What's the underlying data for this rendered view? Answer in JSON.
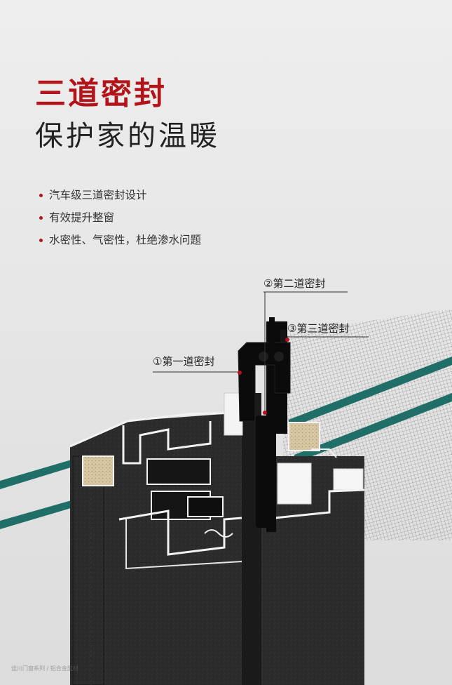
{
  "heading": {
    "title": "三道密封",
    "subtitle": "保护家的温暖"
  },
  "features": [
    "汽车级三道密封设计",
    "有效提升整窗",
    "水密性、气密性，杜绝渗水问题"
  ],
  "callouts": {
    "first": "①第一道密封",
    "second": "②第二道密封",
    "third": "③第三道密封"
  },
  "watermark": "佳川门窗系列 / 铝合金型材",
  "colors": {
    "accent": "#b3141a",
    "glass": "#1f6e67",
    "profile": "#262626",
    "seal": "#0b0b0b"
  },
  "icons": {
    "bullet": "red-dot-icon"
  }
}
